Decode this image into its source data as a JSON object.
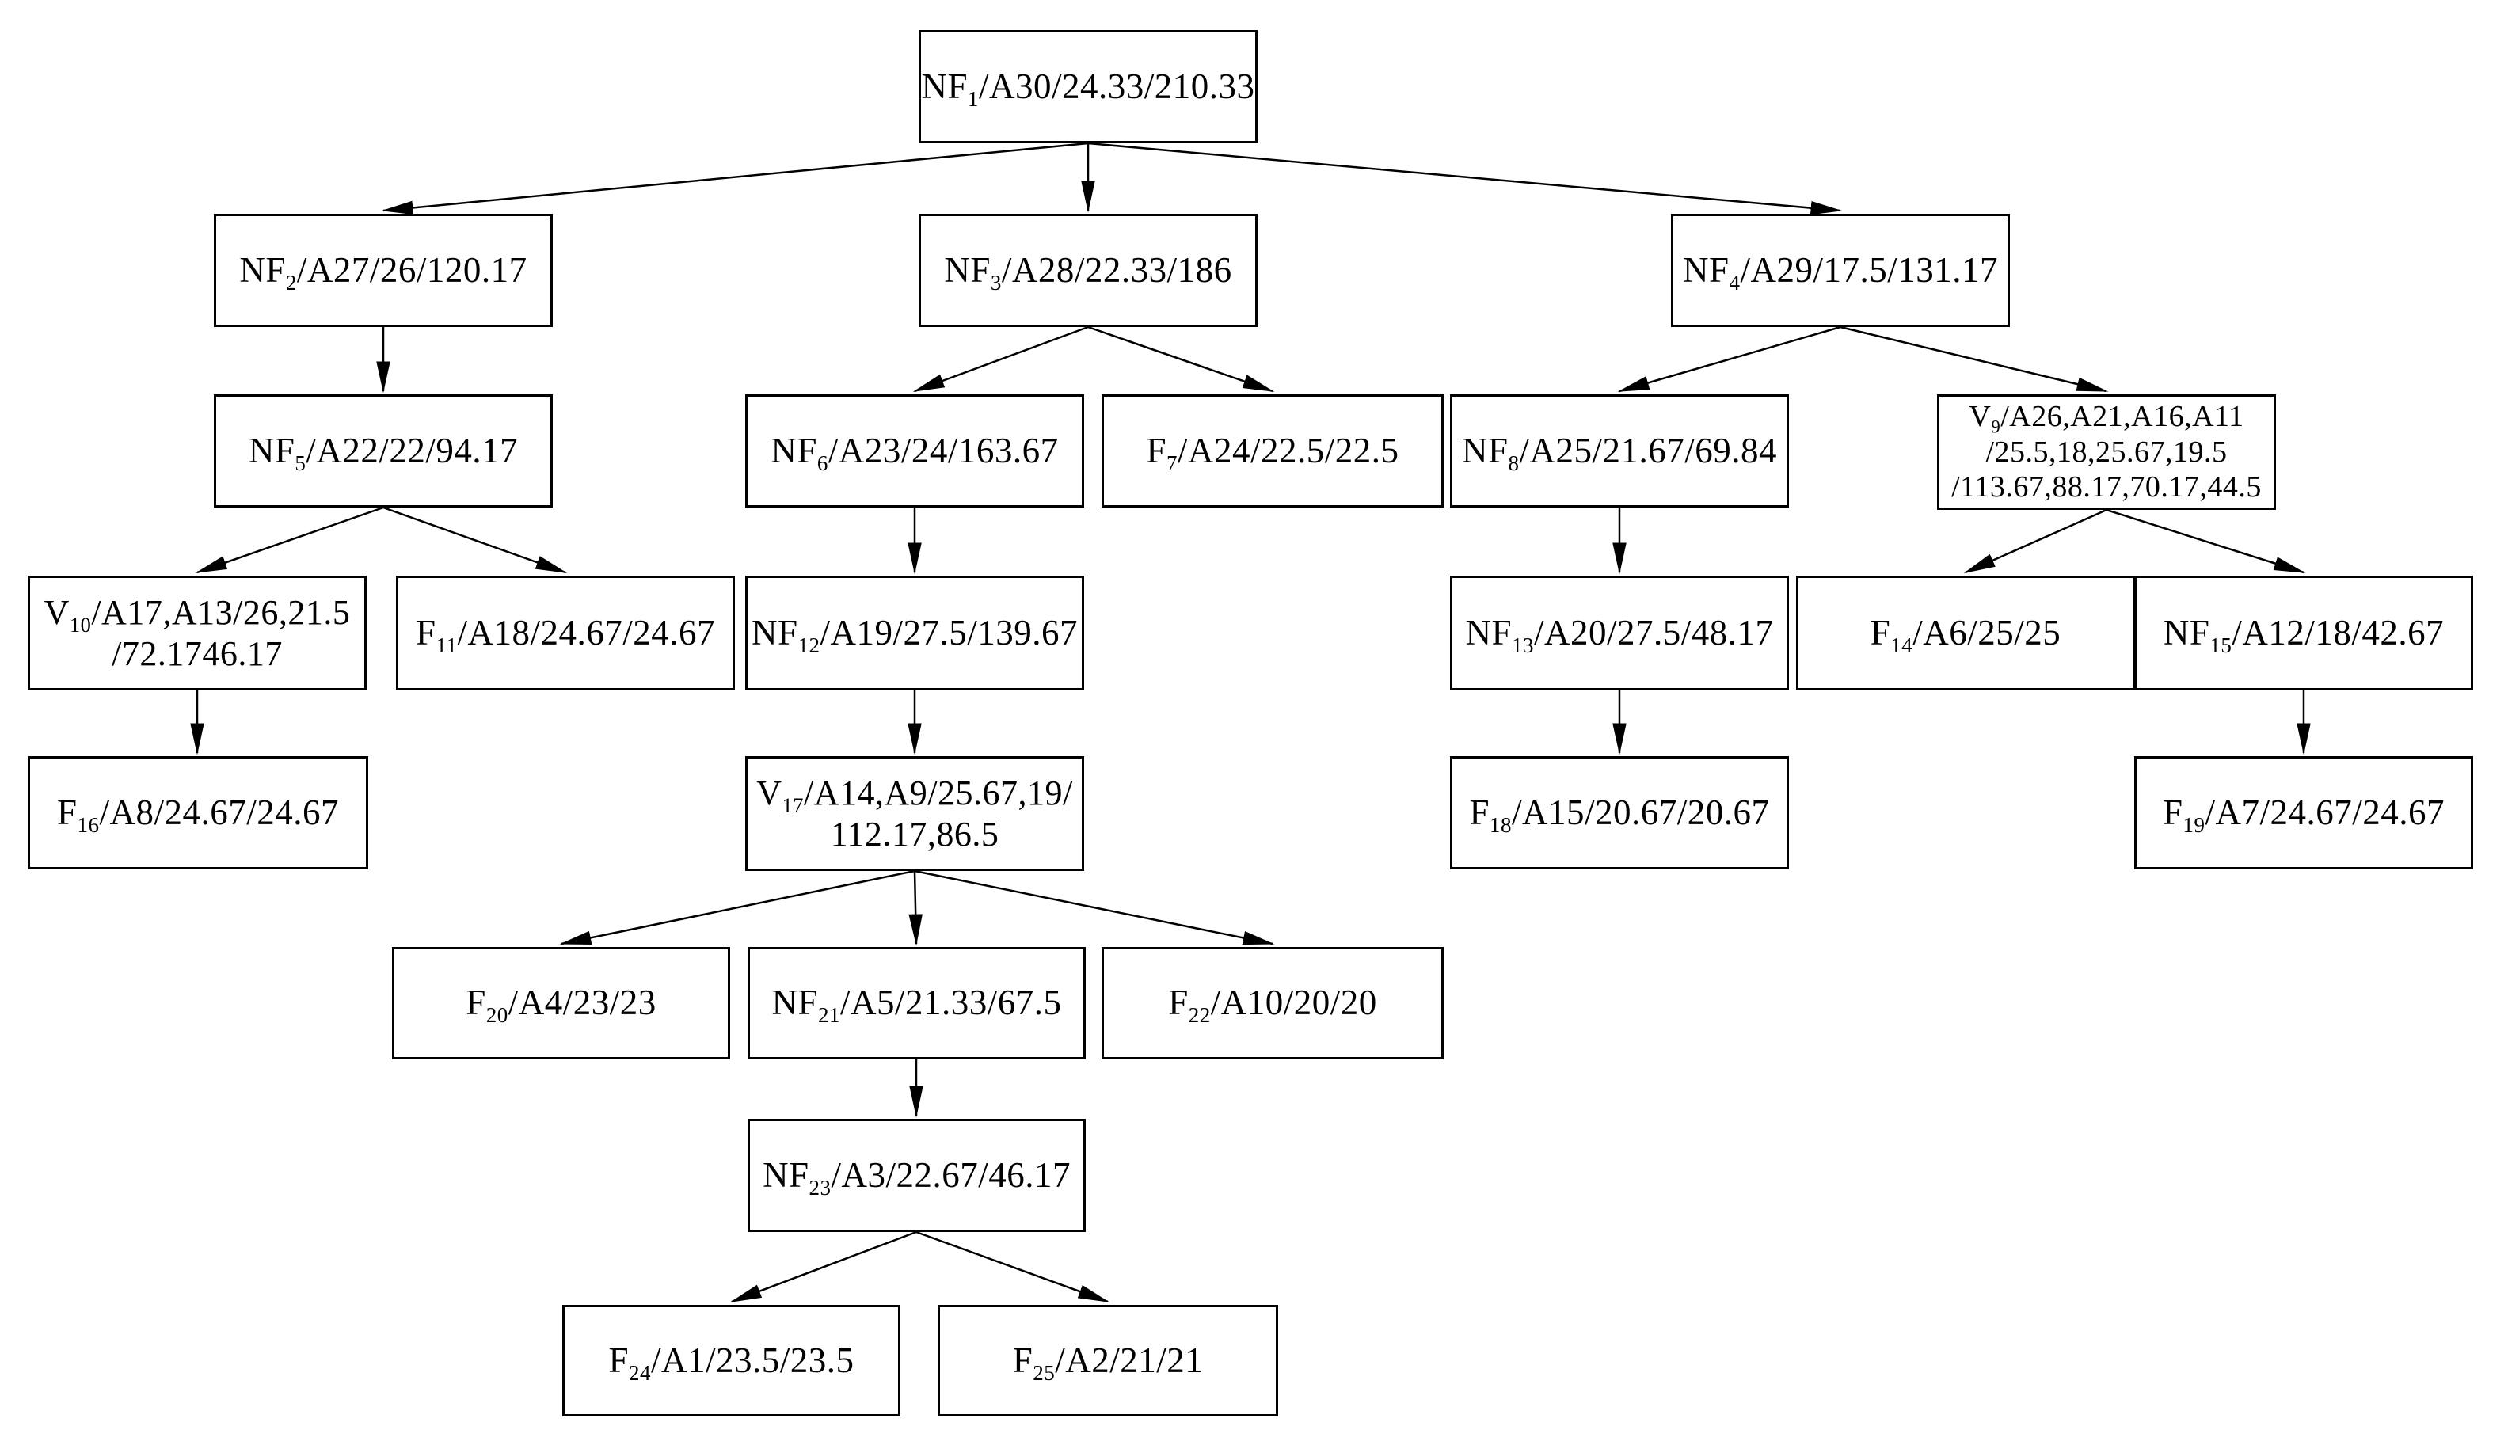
{
  "diagram": {
    "type": "tree",
    "background_color": "#ffffff",
    "box_fill_color": "#ffffff",
    "box_border_color": "#000000",
    "text_color": "#000000",
    "arrow_color": "#000000"
  },
  "nodes": {
    "NF1": {
      "prefix": "NF",
      "sub": "1",
      "rest": "/A30/24.33/210.33"
    },
    "NF2": {
      "prefix": "NF",
      "sub": "2",
      "rest": "/A27/26/120.17"
    },
    "NF3": {
      "prefix": "NF",
      "sub": "3",
      "rest": "/A28/22.33/186"
    },
    "NF4": {
      "prefix": "NF",
      "sub": "4",
      "rest": "/A29/17.5/131.17"
    },
    "NF5": {
      "prefix": "NF",
      "sub": "5",
      "rest": "/A22/22/94.17"
    },
    "NF6": {
      "prefix": "NF",
      "sub": "6",
      "rest": "/A23/24/163.67"
    },
    "F7": {
      "prefix": "F",
      "sub": "7",
      "rest": "/A24/22.5/22.5"
    },
    "NF8": {
      "prefix": "NF",
      "sub": "8",
      "rest": "/A25/21.67/69.84"
    },
    "V9": {
      "prefix": "V",
      "sub": "9",
      "rest": "/A26,A21,A16,A11\n/25.5,18,25.67,19.5\n/113.67,88.17,70.17,44.5"
    },
    "V10": {
      "prefix": "V",
      "sub": "10",
      "rest": "/A17,A13/26,21.5\n/72.1746.17"
    },
    "F11": {
      "prefix": "F",
      "sub": "11",
      "rest": "/A18/24.67/24.67"
    },
    "NF12": {
      "prefix": "NF",
      "sub": "12",
      "rest": "/A19/27.5/139.67"
    },
    "NF13": {
      "prefix": "NF",
      "sub": "13",
      "rest": "/A20/27.5/48.17"
    },
    "F14": {
      "prefix": "F",
      "sub": "14",
      "rest": "/A6/25/25"
    },
    "NF15": {
      "prefix": "NF",
      "sub": "15",
      "rest": "/A12/18/42.67"
    },
    "F16": {
      "prefix": "F",
      "sub": "16",
      "rest": "/A8/24.67/24.67"
    },
    "V17": {
      "prefix": "V",
      "sub": "17",
      "rest": "/A14,A9/25.67,19/\n112.17,86.5"
    },
    "F18": {
      "prefix": "F",
      "sub": "18",
      "rest": "/A15/20.67/20.67"
    },
    "F19": {
      "prefix": "F",
      "sub": "19",
      "rest": "/A7/24.67/24.67"
    },
    "F20": {
      "prefix": "F",
      "sub": "20",
      "rest": "/A4/23/23"
    },
    "NF21": {
      "prefix": "NF",
      "sub": "21",
      "rest": "/A5/21.33/67.5"
    },
    "F22": {
      "prefix": "F",
      "sub": "22",
      "rest": "/A10/20/20"
    },
    "NF23": {
      "prefix": "NF",
      "sub": "23",
      "rest": "/A3/22.67/46.17"
    },
    "F24": {
      "prefix": "F",
      "sub": "24",
      "rest": "/A1/23.5/23.5"
    },
    "F25": {
      "prefix": "F",
      "sub": "25",
      "rest": "/A2/21/21"
    }
  },
  "edges": [
    {
      "from": "NF1",
      "to": "NF2"
    },
    {
      "from": "NF1",
      "to": "NF3"
    },
    {
      "from": "NF1",
      "to": "NF4"
    },
    {
      "from": "NF2",
      "to": "NF5"
    },
    {
      "from": "NF3",
      "to": "NF6"
    },
    {
      "from": "NF3",
      "to": "F7"
    },
    {
      "from": "NF4",
      "to": "NF8"
    },
    {
      "from": "NF4",
      "to": "V9"
    },
    {
      "from": "NF5",
      "to": "V10"
    },
    {
      "from": "NF5",
      "to": "F11"
    },
    {
      "from": "NF6",
      "to": "NF12"
    },
    {
      "from": "NF8",
      "to": "NF13"
    },
    {
      "from": "V9",
      "to": "F14"
    },
    {
      "from": "V9",
      "to": "NF15"
    },
    {
      "from": "V10",
      "to": "F16"
    },
    {
      "from": "NF12",
      "to": "V17"
    },
    {
      "from": "NF13",
      "to": "F18"
    },
    {
      "from": "NF15",
      "to": "F19"
    },
    {
      "from": "V17",
      "to": "F20"
    },
    {
      "from": "V17",
      "to": "NF21"
    },
    {
      "from": "V17",
      "to": "F22"
    },
    {
      "from": "NF21",
      "to": "NF23"
    },
    {
      "from": "NF23",
      "to": "F24"
    },
    {
      "from": "NF23",
      "to": "F25"
    }
  ]
}
